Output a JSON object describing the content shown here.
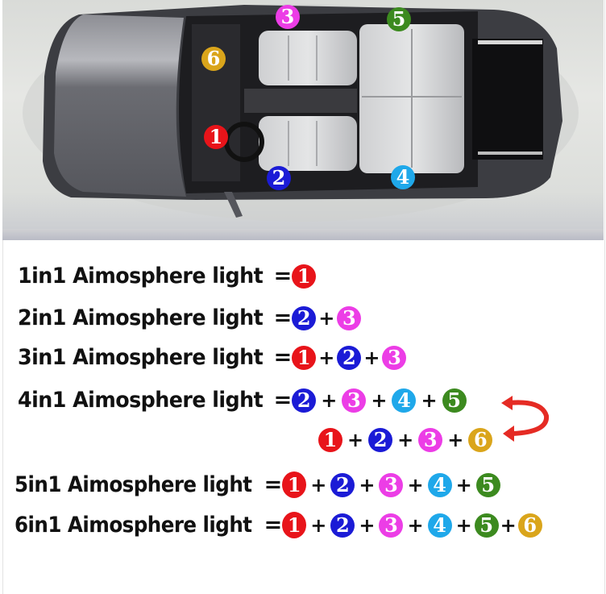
{
  "colors": {
    "1": "#e8141a",
    "2": "#1b1bd6",
    "3": "#ec3de6",
    "4": "#1fa8ea",
    "5": "#3c8a1f",
    "6": "#daa51b",
    "arrow": "#e52b24"
  },
  "photo": {
    "description": "Top-down view of grey station wagon with numbered light positions",
    "markers": [
      {
        "number": "1",
        "position": "driver footwell"
      },
      {
        "number": "2",
        "position": "front right door"
      },
      {
        "number": "3",
        "position": "front left door"
      },
      {
        "number": "4",
        "position": "rear right door"
      },
      {
        "number": "5",
        "position": "rear left door"
      },
      {
        "number": "6",
        "position": "passenger footwell"
      }
    ]
  },
  "formulas": [
    {
      "label": "1in1 Aimosphere light",
      "eq": "=",
      "parts": [
        "1"
      ]
    },
    {
      "label": "2in1 Aimosphere light",
      "eq": "=",
      "parts": [
        "2",
        "3"
      ]
    },
    {
      "label": "3in1 Aimosphere light",
      "eq": "=",
      "parts": [
        "1",
        "2",
        "3"
      ]
    },
    {
      "label": "4in1 Aimosphere light",
      "eq": "=",
      "parts": [
        "2",
        "3",
        "4",
        "5"
      ],
      "alt_parts": [
        "1",
        "2",
        "3",
        "6"
      ]
    },
    {
      "label": "5in1 Aimosphere light",
      "eq": "=",
      "parts": [
        "1",
        "2",
        "3",
        "4",
        "5"
      ]
    },
    {
      "label": "6in1 Aimosphere light",
      "eq": "=",
      "parts": [
        "1",
        "2",
        "3",
        "4",
        "5",
        "6"
      ]
    }
  ],
  "plus": "+"
}
